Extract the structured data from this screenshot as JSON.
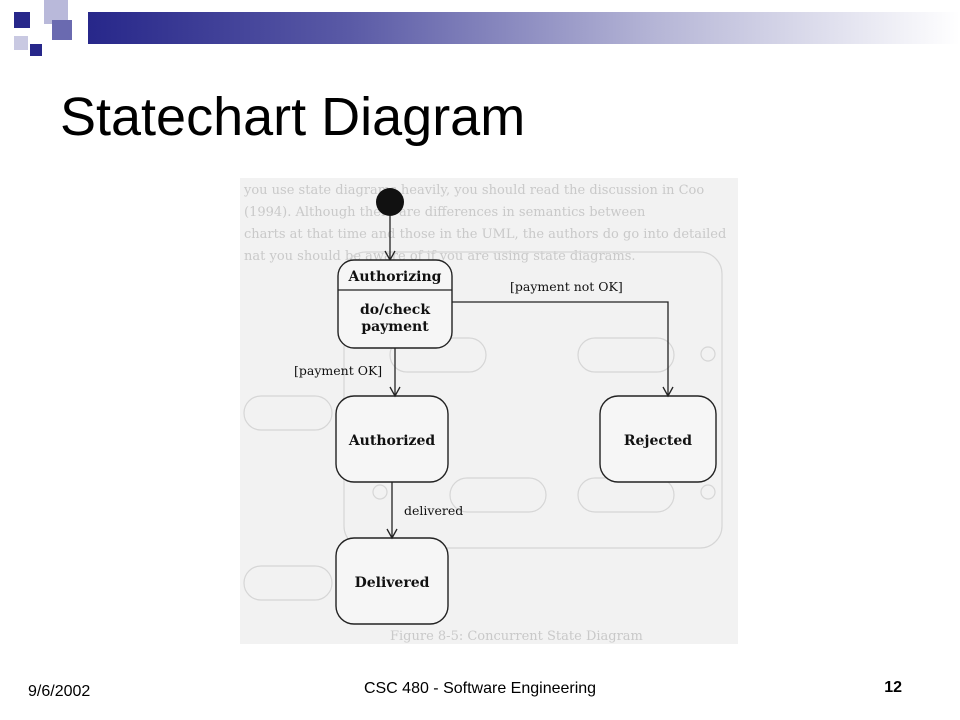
{
  "slide": {
    "title": "Statechart Diagram",
    "footer_date": "9/6/2002",
    "footer_course": "CSC 480 - Software Engineering",
    "page_number": "12"
  },
  "colors": {
    "header_dark": "#27278a",
    "header_mid": "#6a6ab0",
    "header_light": "#b5b5d6",
    "diagram_bg": "#f2f2f2"
  },
  "diagram": {
    "states": {
      "authorizing": {
        "name": "Authorizing",
        "activity_line1": "do/check",
        "activity_line2": "payment"
      },
      "authorized": {
        "name": "Authorized"
      },
      "rejected": {
        "name": "Rejected"
      },
      "delivered": {
        "name": "Delivered"
      }
    },
    "transitions": {
      "payment_ok": "[payment OK]",
      "payment_not_ok": "[payment not OK]",
      "delivered": "delivered"
    },
    "background_text": [
      "you use state diagrams heavily, you should read the discussion in Coo",
      "(1994). Although there are differences in semantics between",
      "charts at that time and those in the UML, the authors do go into detailed",
      "nat you should be aware of if you are using state diagrams."
    ],
    "background_caption": "Figure 8-5: Concurrent State Diagram"
  }
}
